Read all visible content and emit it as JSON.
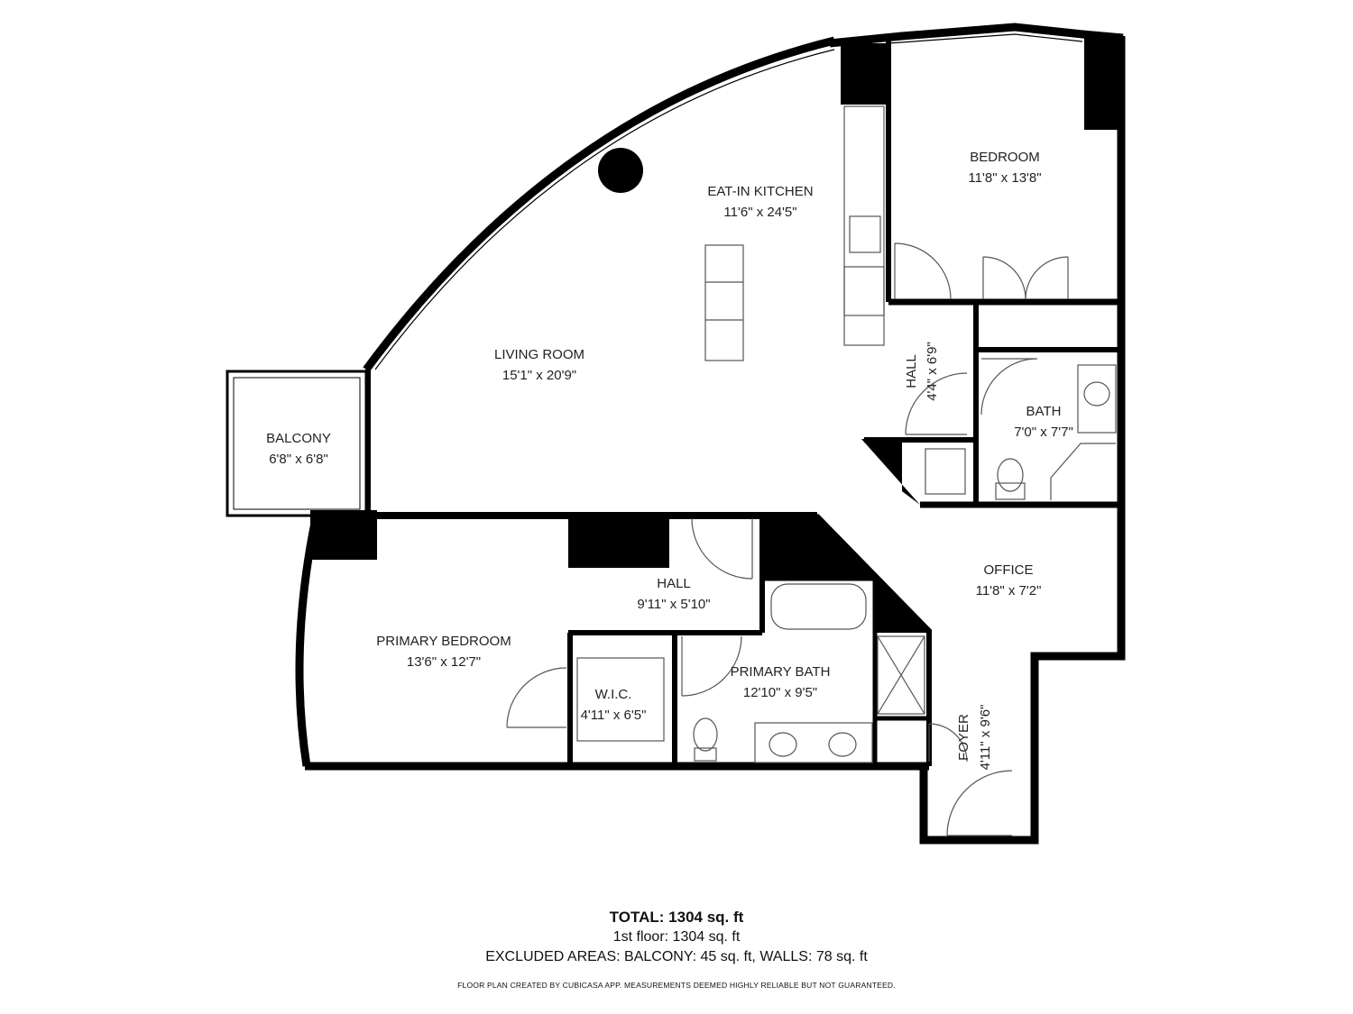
{
  "rooms": {
    "eat_in_kitchen": {
      "name": "EAT-IN KITCHEN",
      "size": "11'6\" x 24'5\""
    },
    "bedroom": {
      "name": "BEDROOM",
      "size": "11'8\" x 13'8\""
    },
    "living_room": {
      "name": "LIVING ROOM",
      "size": "15'1\" x 20'9\""
    },
    "hall_small": {
      "name": "HALL",
      "size": "4'4\" x 6'9\""
    },
    "bath": {
      "name": "BATH",
      "size": "7'0\" x 7'7\""
    },
    "balcony": {
      "name": "BALCONY",
      "size": "6'8\" x 6'8\""
    },
    "hall": {
      "name": "HALL",
      "size": "9'11\" x 5'10\""
    },
    "office": {
      "name": "OFFICE",
      "size": "11'8\" x 7'2\""
    },
    "primary_bedroom": {
      "name": "PRIMARY BEDROOM",
      "size": "13'6\" x 12'7\""
    },
    "primary_bath": {
      "name": "PRIMARY BATH",
      "size": "12'10\" x 9'5\""
    },
    "wic": {
      "name": "W.I.C.",
      "size": "4'11\" x 6'5\""
    },
    "foyer": {
      "name": "FOYER",
      "size": "4'11\" x 9'6\""
    }
  },
  "summary": {
    "total_label": "TOTAL:",
    "total_value": "1304 sq. ft",
    "floor": "1st floor: 1304 sq. ft",
    "excluded": "EXCLUDED AREAS: BALCONY: 45 sq. ft, WALLS: 78 sq. ft"
  },
  "credit": "FLOOR PLAN CREATED BY CUBICASA APP. MEASUREMENTS DEEMED HIGHLY RELIABLE BUT NOT GUARANTEED.",
  "colors": {
    "wall": "#000000",
    "background": "#ffffff",
    "fixture": "#555555"
  }
}
